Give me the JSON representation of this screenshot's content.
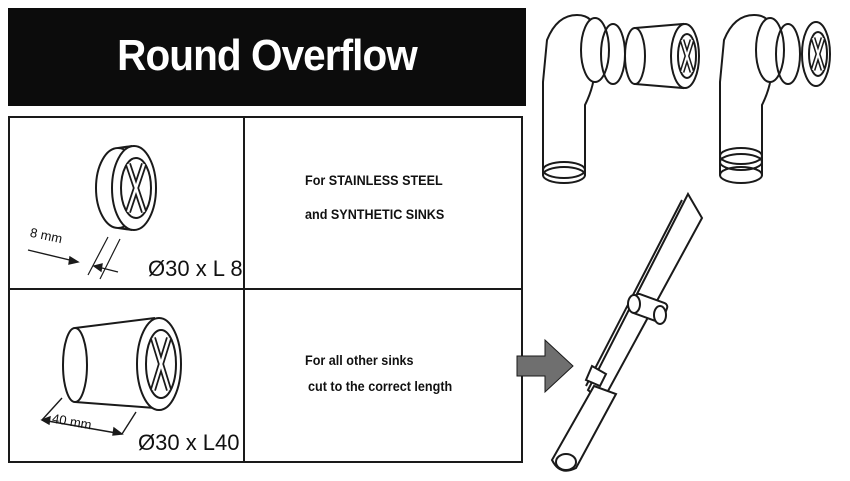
{
  "title": "Round Overflow",
  "rows": [
    {
      "dimension": "Ø30 x L 8",
      "measure": "8 mm",
      "description_lines": [
        "For STAINLESS STEEL",
        "and SYNTHETIC SINKS"
      ]
    },
    {
      "dimension": "Ø30 x L40",
      "measure": "40 mm",
      "description_lines": [
        "For all other sinks",
        "cut to the correct length"
      ]
    }
  ],
  "colors": {
    "title_bg": "#0c0c0c",
    "title_text": "#ffffff",
    "arrow": "#6f6f6f",
    "line": "#1a1a1a"
  }
}
